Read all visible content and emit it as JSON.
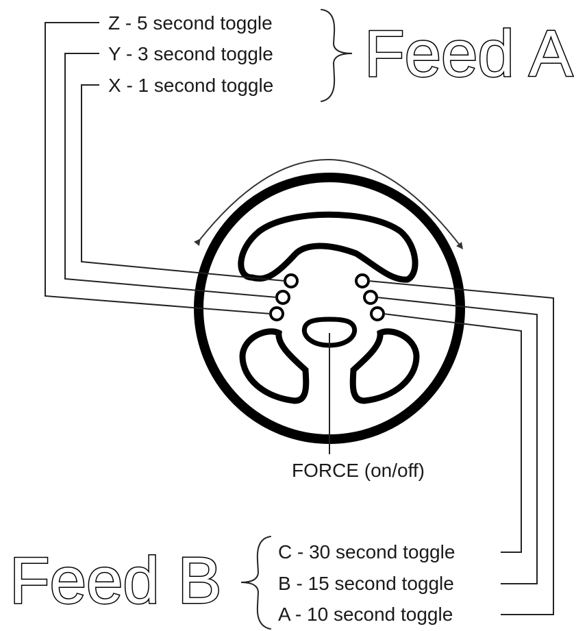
{
  "feed_a": {
    "title": "Feed A",
    "buttons": [
      {
        "key": "Z",
        "label": "Z - 5 second toggle"
      },
      {
        "key": "Y",
        "label": "Y - 3 second toggle"
      },
      {
        "key": "X",
        "label": "X - 1 second toggle"
      }
    ]
  },
  "feed_b": {
    "title": "Feed B",
    "buttons": [
      {
        "key": "C",
        "label": "C - 30 second toggle"
      },
      {
        "key": "B",
        "label": "B - 15 second toggle"
      },
      {
        "key": "A",
        "label": "A - 10 second toggle"
      }
    ]
  },
  "center": {
    "label": "FORCE (on/off)"
  },
  "colors": {
    "line": "#222222",
    "wheel": "#000000",
    "background": "#ffffff"
  }
}
